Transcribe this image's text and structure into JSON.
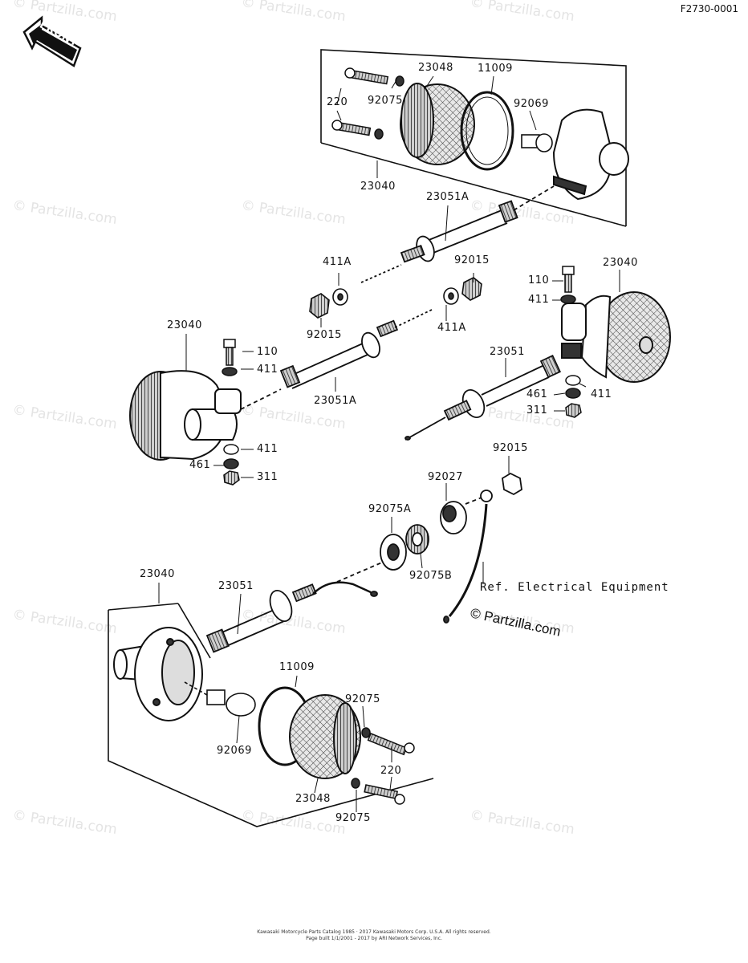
{
  "diagram_code": "F2730-0001",
  "front_label": "FRONT",
  "watermark_text": "© Partzilla.com",
  "copyright_text": "© Partzilla.com",
  "ref_text": "Ref. Electrical Equipment",
  "footer_line1": "Kawasaki Motorcycle Parts Catalog 1985 · 2017 Kawasaki Motors Corp. U.S.A. All rights reserved.",
  "footer_line2": "Page built 1/1/2001 - 2017 by ARI Network Services, Inc.",
  "labels": {
    "top_23048": "23048",
    "top_11009": "11009",
    "top_220": "220",
    "top_92075": "92075",
    "top_92069": "92069",
    "top_23040": "23040",
    "cable_23051A_top": "23051A",
    "c411A_left": "411A",
    "c92015_right": "92015",
    "c92015_left": "92015",
    "c411A_right": "411A",
    "right_110": "110",
    "right_411_top": "411",
    "right_23040": "23040",
    "right_23051": "23051",
    "right_461": "461",
    "right_411_side": "411",
    "right_311": "311",
    "left_23040": "23040",
    "left_110": "110",
    "left_411_top": "411",
    "left_23051A": "23051A",
    "left_411_bot": "411",
    "left_461": "461",
    "left_311": "311",
    "mid_92015": "92015",
    "mid_92027": "92027",
    "mid_92075A": "92075A",
    "mid_92075B": "92075B",
    "bot_23040": "23040",
    "bot_23051": "23051",
    "bot_11009": "11009",
    "bot_92075_top": "92075",
    "bot_92069": "92069",
    "bot_220": "220",
    "bot_23048": "23048",
    "bot_92075_bot": "92075"
  }
}
